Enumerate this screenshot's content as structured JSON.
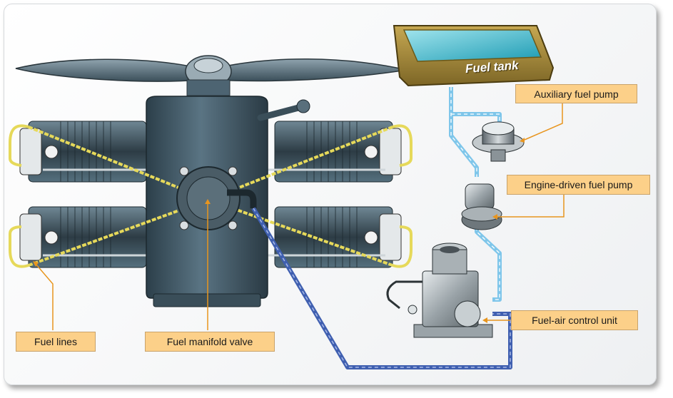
{
  "labels": {
    "fuel_tank": "Fuel tank",
    "auxiliary_fuel_pump": "Auxiliary fuel pump",
    "engine_driven_fuel_pump": "Engine-driven fuel pump",
    "fuel_air_control_unit": "Fuel-air control unit",
    "fuel_lines": "Fuel lines",
    "fuel_manifold_valve": "Fuel manifold valve"
  },
  "colors": {
    "callout_fill": "#fcd089",
    "leader_line": "#e8951e",
    "fuel_line_yellow": "#e6d95a",
    "fuel_line_light_blue": "#7fc6ea",
    "fuel_line_dark_blue": "#3f5fb0",
    "engine_body": "#3e5563",
    "tank_body": "#a58a3a",
    "tank_fluid": "#3fb6c9"
  }
}
